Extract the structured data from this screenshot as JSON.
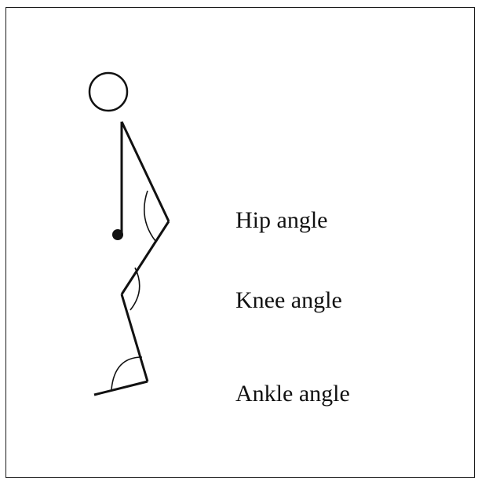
{
  "diagram": {
    "labels": {
      "hip": "Hip angle",
      "knee": "Knee angle",
      "ankle": "Ankle angle"
    },
    "colors": {
      "stroke": "#111111",
      "background": "#ffffff",
      "frame": "#1a1a1a"
    }
  }
}
